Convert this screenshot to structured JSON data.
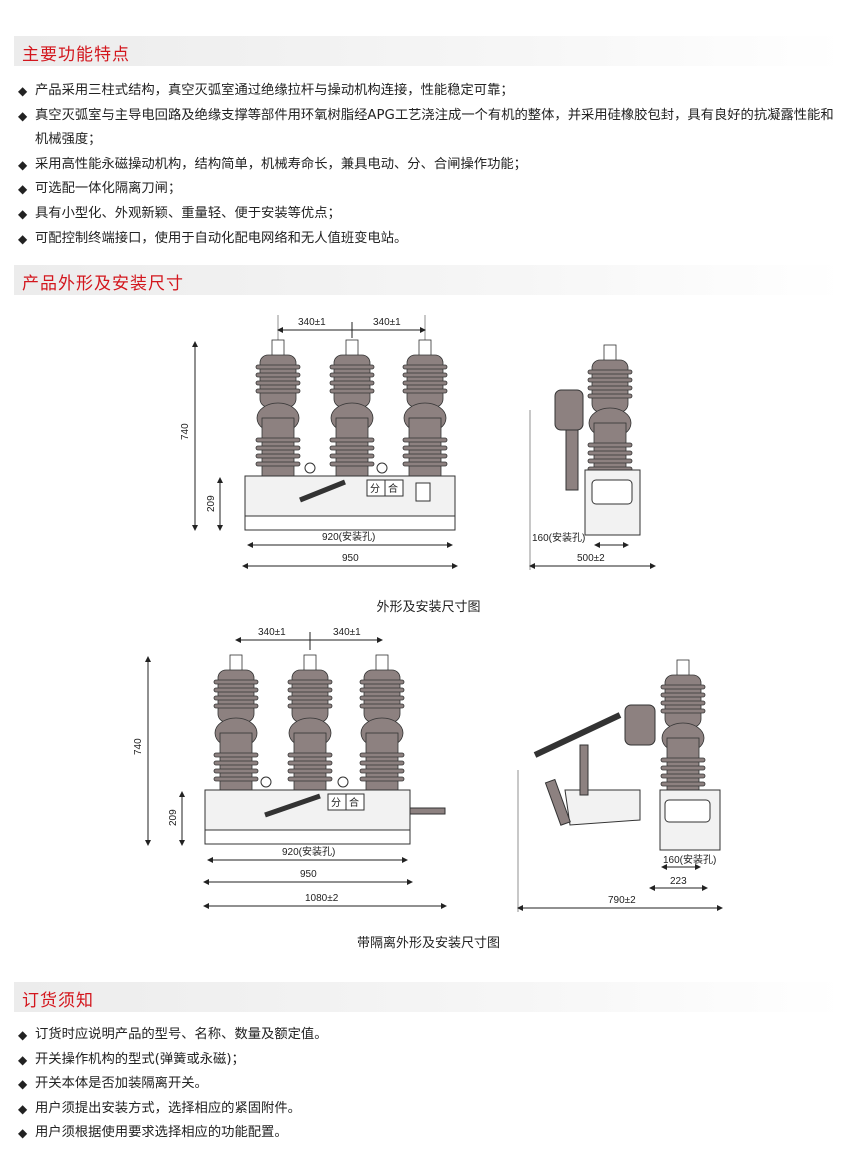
{
  "sections": {
    "features": {
      "title": "主要功能特点",
      "items": [
        "产品采用三柱式结构，真空灭弧室通过绝缘拉杆与操动机构连接，性能稳定可靠；",
        "真空灭弧室与主导电回路及绝缘支撑等部件用环氧树脂经APG工艺浇注成一个有机的整体，并采用硅橡胶包封，具有良好的抗凝露性能和机械强度；",
        "采用高性能永磁操动机构，结构简单，机械寿命长，兼具电动、分、合闸操作功能；",
        "可选配一体化隔离刀闸；",
        "具有小型化、外观新颖、重量轻、便于安装等优点；",
        "可配控制终端接口，使用于自动化配电网络和无人值班变电站。"
      ]
    },
    "dimensions": {
      "title": "产品外形及安装尺寸",
      "caption1": "外形及安装尺寸图",
      "caption2": "带隔离外形及安装尺寸图"
    },
    "ordering": {
      "title": "订货须知",
      "items": [
        "订货时应说明产品的型号、名称、数量及额定值。",
        "开关操作机构的型式(弹簧或永磁)；",
        "开关本体是否加装隔离开关。",
        "用户须提出安装方式，选择相应的紧固附件。",
        "用户须根据使用要求选择相应的功能配置。"
      ]
    }
  },
  "drawing1": {
    "spacing1": "340±1",
    "spacing2": "340±1",
    "height": "740",
    "base_height": "209",
    "hole": "920(安装孔)",
    "width": "950",
    "side_hole": "160(安装孔)",
    "side_width": "500±2",
    "open": "分",
    "close": "合"
  },
  "drawing2": {
    "spacing1": "340±1",
    "spacing2": "340±1",
    "height": "740",
    "base_height": "209",
    "hole": "920(安装孔)",
    "width": "950",
    "total": "1080±2",
    "side_hole": "160(安装孔)",
    "side_mid": "223",
    "side_width": "790±2",
    "open": "分",
    "close": "合"
  },
  "colors": {
    "accent": "#d3161d",
    "insulator": "#8d8180"
  }
}
